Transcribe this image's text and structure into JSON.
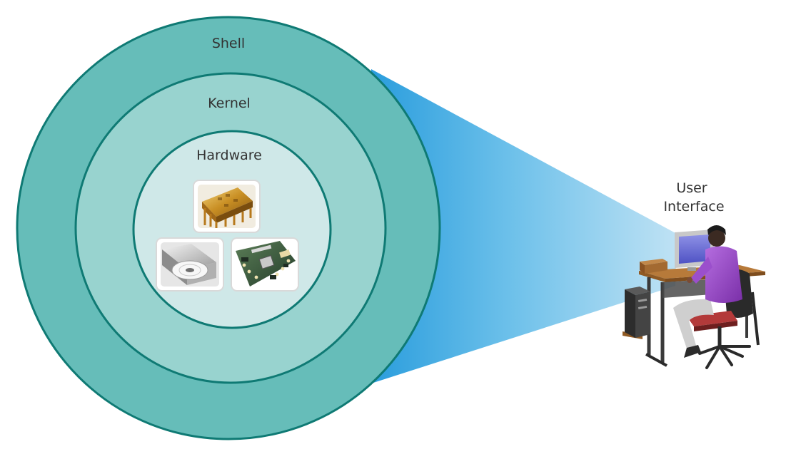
{
  "layers": {
    "shell": {
      "label": "Shell",
      "color": "#66bdb9"
    },
    "kernel": {
      "label": "Kernel",
      "color": "#98d3cf"
    },
    "hardware": {
      "label": "Hardware",
      "color": "#cfe8e8"
    },
    "ring_stroke": "#0f7a74"
  },
  "beam": {
    "start_color": "#2a9ddd",
    "end_color": "#bfe2f4"
  },
  "user_interface": {
    "line1": "User",
    "line2": "Interface"
  },
  "hardware_images": [
    "cpu-chip-image",
    "optical-disc-image",
    "motherboard-image"
  ]
}
